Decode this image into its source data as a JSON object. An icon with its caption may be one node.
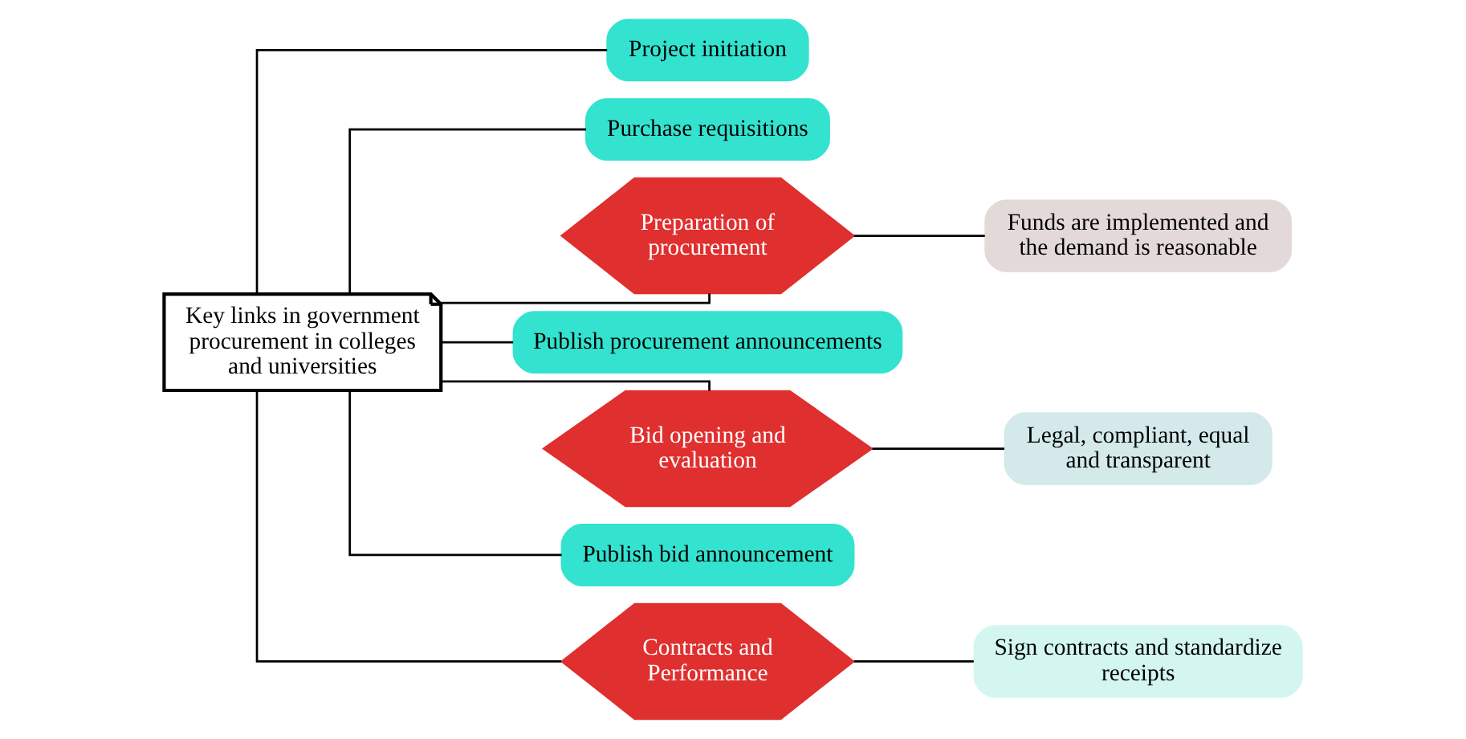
{
  "diagram": {
    "nodes": [
      {
        "text": [
          "Key links in government procurement in colleges and universities"
        ]
      },
      {
        "text": [
          "Project initiation"
        ]
      },
      {
        "text": [
          "Purchase requisitions"
        ]
      },
      {
        "text": [
          "Preparation of procurement"
        ]
      },
      {
        "text": [
          "Funds are implemented and the demand is reasonable"
        ]
      },
      {
        "text": [
          "Publish procurement announcements"
        ]
      },
      {
        "text": [
          "Bid opening and evaluation"
        ]
      },
      {
        "text": [
          "Legal, compliant, equal and transparent"
        ]
      },
      {
        "text": [
          "Publish bid announcement"
        ]
      },
      {
        "text": [
          "Contracts and Performance"
        ]
      },
      {
        "text": [
          "Sign contracts and standardize receipts"
        ]
      }
    ],
    "edges": [
      {
        "from": 0,
        "to": 1,
        "arrow": "none"
      },
      {
        "from": 0,
        "to": 2,
        "arrow": "none"
      },
      {
        "from": 0,
        "to": 3,
        "arrow": "none"
      },
      {
        "from": 0,
        "to": 5,
        "arrow": "none"
      },
      {
        "from": 0,
        "to": 6,
        "arrow": "none"
      },
      {
        "from": 0,
        "to": 8,
        "arrow": "none"
      },
      {
        "from": 0,
        "to": 9,
        "arrow": "none"
      },
      {
        "from": 3,
        "to": 4,
        "arrow": "none"
      },
      {
        "from": 6,
        "to": 7,
        "arrow": "none"
      },
      {
        "from": 9,
        "to": 10,
        "arrow": "none"
      }
    ]
  }
}
